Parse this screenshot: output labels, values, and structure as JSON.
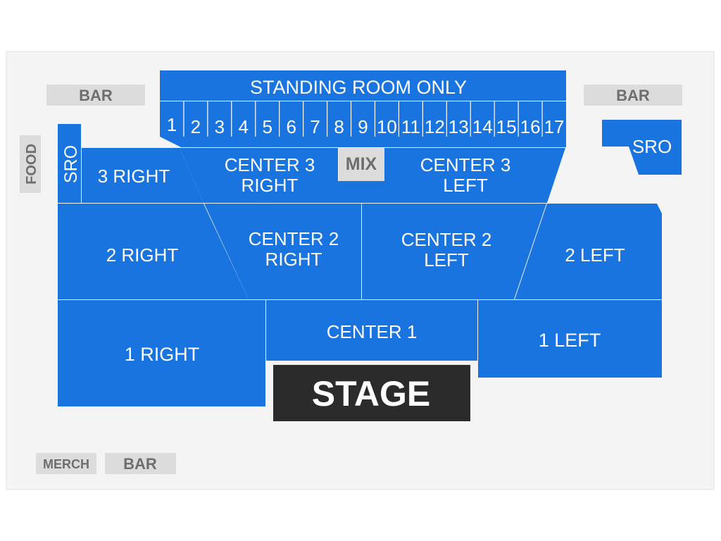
{
  "colors": {
    "section": "#1a74e0",
    "divider": "#ffffff",
    "amenity": "#dcdcdc",
    "amenity_text": "#6e6e6e",
    "stage": "#2b2b2b",
    "background": "#f4f4f4"
  },
  "stage": "STAGE",
  "amenities": {
    "bar_top_left": "BAR",
    "bar_top_right": "BAR",
    "bar_bottom": "BAR",
    "merch": "MERCH",
    "food": "FOOD",
    "mix": "MIX"
  },
  "sections": {
    "standing_room_only": "STANDING ROOM ONLY",
    "sro_left": "SRO",
    "sro_right": "SRO",
    "three_right": "3 RIGHT",
    "center3_right": [
      "CENTER 3",
      "RIGHT"
    ],
    "center3_left": [
      "CENTER 3",
      "LEFT"
    ],
    "two_right": "2 RIGHT",
    "center2_right": [
      "CENTER 2",
      "RIGHT"
    ],
    "center2_left": [
      "CENTER 2",
      "LEFT"
    ],
    "two_left": "2 LEFT",
    "one_right": "1 RIGHT",
    "center1": "CENTER 1",
    "one_left": "1 LEFT"
  },
  "rail_numbers": [
    "1",
    "2",
    "3",
    "4",
    "5",
    "6",
    "7",
    "8",
    "9",
    "10",
    "11",
    "12",
    "13",
    "14",
    "15",
    "16",
    "17"
  ]
}
